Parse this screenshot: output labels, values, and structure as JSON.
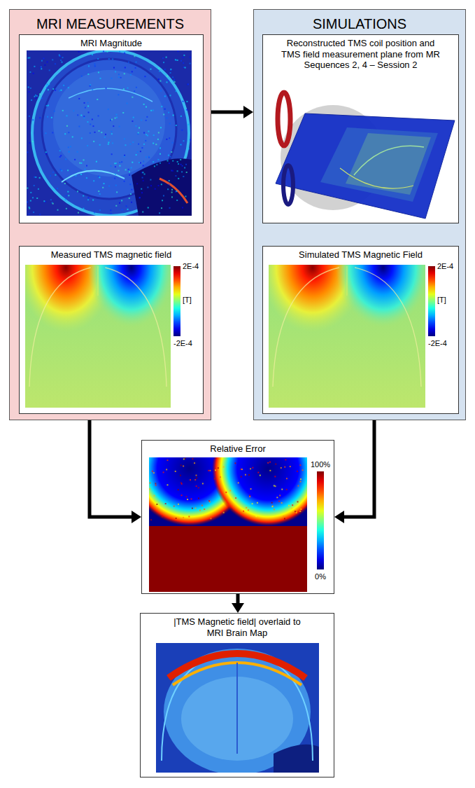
{
  "diagram": {
    "nodes": [
      {
        "text": [
          "MRI MEASUREMENTS"
        ]
      },
      {
        "text": [
          "MRI Magnitude"
        ],
        "in": 0
      },
      {
        "text": [
          "Measured TMS magnetic field"
        ],
        "in": 0
      },
      {
        "text": [
          "SIMULATIONS"
        ]
      },
      {
        "text": [
          "Reconstructed TMS coil position and TMS field measurement plane from MR Sequences 2, 4 – Session 2"
        ],
        "in": 3
      },
      {
        "text": [
          "Simulated TMS Magnetic Field"
        ],
        "in": 3
      },
      {
        "text": [
          "Relative Error"
        ]
      },
      {
        "text": [
          "|TMS Magnetic field| overlaid to MRI Brain Map"
        ]
      }
    ],
    "edges": [
      {
        "from": 0,
        "to": 3,
        "arrow": "to"
      },
      {
        "from": 4,
        "to": 5,
        "arrow": "to"
      },
      {
        "from": 0,
        "to": 6,
        "arrow": "to"
      },
      {
        "from": 3,
        "to": 6,
        "arrow": "to"
      },
      {
        "from": 6,
        "to": 7,
        "arrow": "to"
      }
    ],
    "labels": [
      "2E-4",
      "[T]",
      "-2E-4",
      "2E-4",
      "[T]",
      "-2E-4",
      "100%",
      "0%"
    ]
  }
}
